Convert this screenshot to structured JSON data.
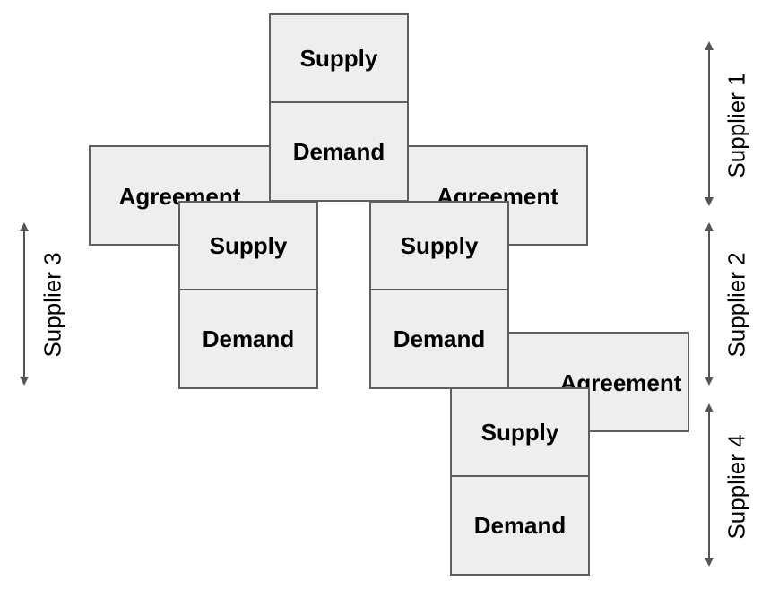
{
  "colors": {
    "box_fill": "#eeeeee",
    "box_border": "#5f5f5f",
    "arrow": "#555555"
  },
  "boxes": {
    "agreement_1": "Agreement",
    "agreement_2": "Agreement",
    "agreement_3": "Agreement",
    "supply_1": "Supply",
    "demand_1": "Demand",
    "supply_2": "Supply",
    "demand_2": "Demand",
    "supply_3": "Supply",
    "demand_3": "Demand",
    "supply_4": "Supply",
    "demand_4": "Demand"
  },
  "labels": {
    "supplier_1": "Supplier 1",
    "supplier_2": "Supplier 2",
    "supplier_3": "Supplier 3",
    "supplier_4": "Supplier 4"
  }
}
